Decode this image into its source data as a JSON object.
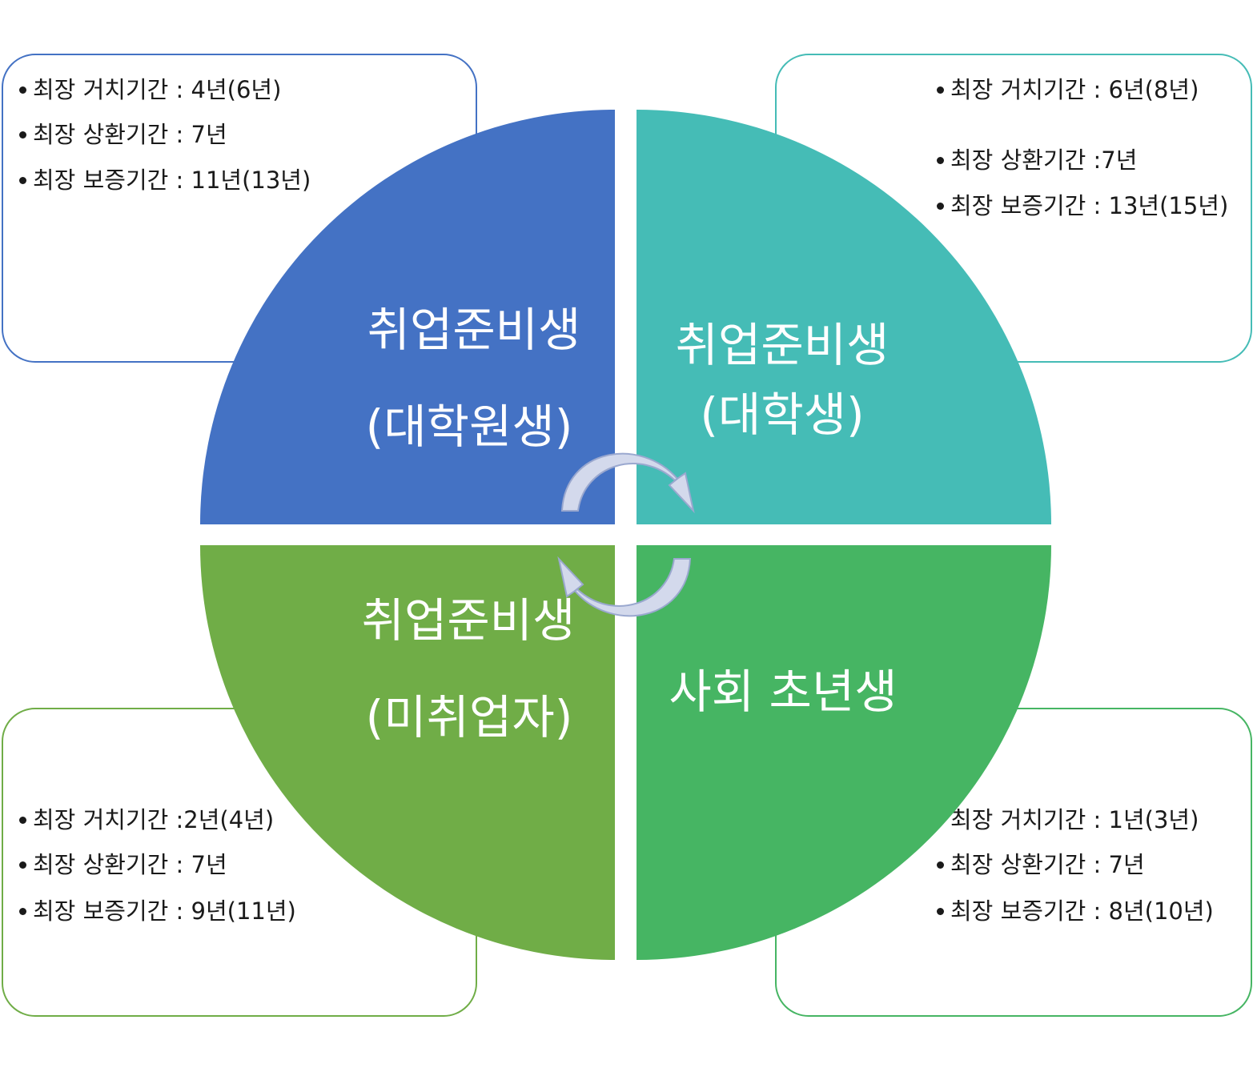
{
  "quadrants": [
    {
      "id": "tl",
      "color": "#4472c4",
      "title": "취업준비생",
      "subtitle": "(대학원생)"
    },
    {
      "id": "tr",
      "color": "#45bcb6",
      "title": "취업준비생",
      "subtitle": "(대학생)"
    },
    {
      "id": "bl",
      "color": "#70ad47",
      "title": "취업준비생",
      "subtitle": "(미취업자)"
    },
    {
      "id": "br",
      "color": "#46b563",
      "title": "사회 초년생",
      "subtitle": ""
    }
  ],
  "boxes": {
    "tl": [
      "최장 거치기간 : 4년(6년)",
      "최장 상환기간 : 7년",
      "최장 보증기간 : 11년(13년)"
    ],
    "tr": [
      "최장 거치기간 : 6년(8년)",
      "최장 상환기간 :7년",
      "최장 보증기간 : 13년(15년)"
    ],
    "bl": [
      "최장 거치기간 :2년(4년)",
      "최장 상환기간 : 7년",
      "최장 보증기간 : 9년(11년)"
    ],
    "br": [
      "최장 거치기간 : 1년(3년)",
      "최장 상환기간 : 7년",
      "최장 보증기간 : 8년(10년)"
    ]
  },
  "arrow_color": "#d3d9ec",
  "arrow_stroke": "#9aa8cf"
}
